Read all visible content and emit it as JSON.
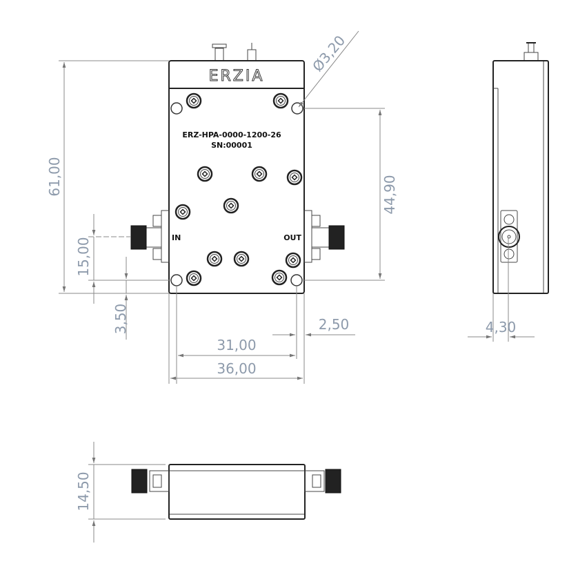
{
  "front_view": {
    "logo": "ERZIA",
    "part_number": "ERZ-HPA-0000-1200-26",
    "serial": "SN:00001",
    "port_in": "IN",
    "port_out": "OUT"
  },
  "dimensions": {
    "height_total": "61,00",
    "hole_spacing_vertical": "44,90",
    "connector_offset": "15,00",
    "hole_offset_bottom": "3,50",
    "hole_diameter": "Ø3,20",
    "hole_offset_side": "2,50",
    "hole_spacing_horizontal": "31,00",
    "width_total": "36,00",
    "side_connector_offset": "4,30",
    "thickness": "14,50"
  },
  "colors": {
    "dimension_text": "#8d9aab",
    "outline": "#222222"
  }
}
